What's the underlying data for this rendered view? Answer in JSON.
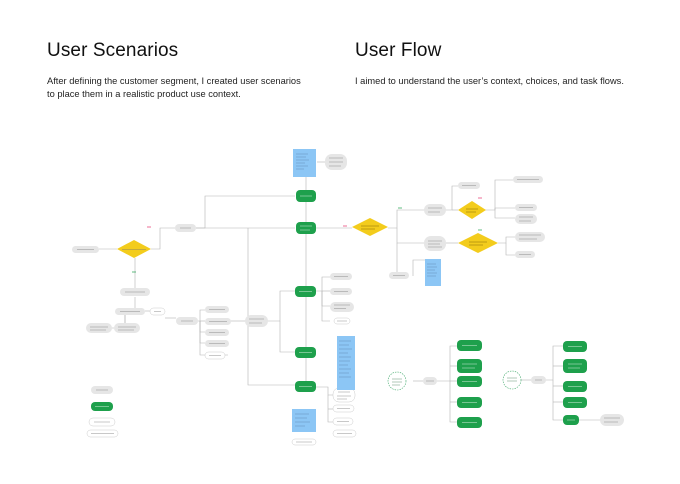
{
  "scenarios": {
    "title": "User Scenarios",
    "body": "After defining the customer segment, I created user scenarios to place them in a realistic product use context."
  },
  "flow": {
    "title": "User Flow",
    "body": "I aimed to understand the user’s context, choices, and task flows."
  },
  "colors": {
    "green": "#1ea04c",
    "gray_node": "#e6e6e6",
    "yellow": "#f3cc1c",
    "blue_note": "#8cc6f5",
    "line": "#b3b3b3",
    "pink": "#e7326b",
    "dashed_circle": "#3fa86a"
  },
  "diagram_note": "Node labels in the diagram are too small to read in the screenshot and are not transcribed."
}
